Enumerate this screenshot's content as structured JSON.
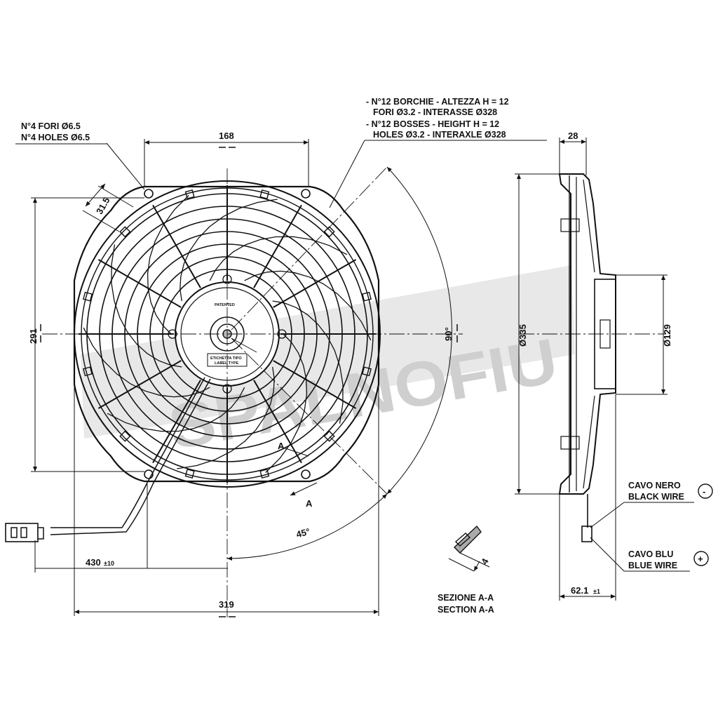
{
  "notes": {
    "holes_it": "N°4 FORI Ø6.5",
    "holes_en": "N°4 HOLES Ø6.5",
    "bosses_it_1": "- N°12 BORCHIE - ALTEZZA H = 12",
    "bosses_it_2": "FORI Ø3.2 - INTERASSE Ø328",
    "bosses_en_1": "- N°12 BOSSES - HEIGHT H = 12",
    "bosses_en_2": "HOLES Ø3.2 - INTERAXLE Ø328"
  },
  "dimensions": {
    "top_width": "168",
    "hole_spacing": "31.5",
    "height": "291",
    "width": "319",
    "angle_90": "90°",
    "angle_45": "45°",
    "cable_len": "430",
    "cable_tol": "±10",
    "depth": "28",
    "diameter": "Ø335",
    "motor_diameter": "Ø129",
    "total_depth": "62.1",
    "total_depth_tol": "±1",
    "section_depth": "4"
  },
  "labels": {
    "patented": "PATENTED",
    "label_type_it": "ETICHETTA TIPO",
    "label_type_en": "LABEL TYPE",
    "section_marker": "A",
    "section_it": "SEZIONE A-A",
    "section_en": "SECTION A-A",
    "black_wire_it": "CAVO NERO",
    "black_wire_en": "BLACK WIRE",
    "blue_wire_it": "CAVO BLU",
    "blue_wire_en": "BLUE WIRE",
    "minus": "-",
    "plus": "+",
    "watermark": "SPALNOFIU"
  },
  "colors": {
    "line": "#111111",
    "watermark": "#cfcfcf"
  }
}
